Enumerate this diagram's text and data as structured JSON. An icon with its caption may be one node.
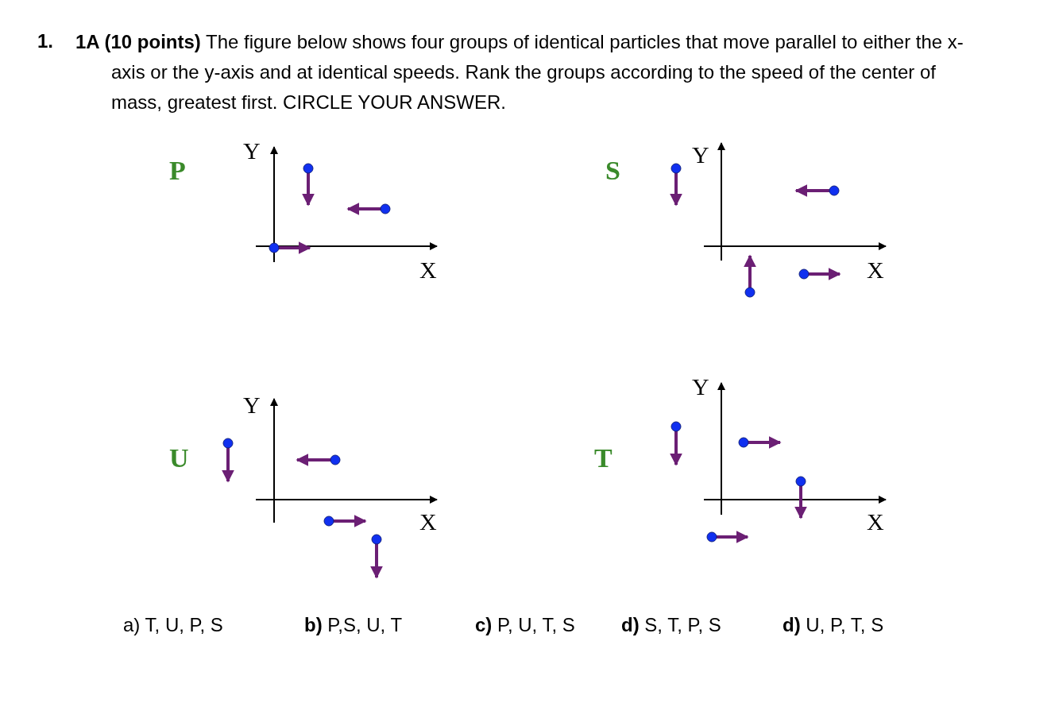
{
  "diagram": {
    "labels": [
      "1.",
      "**1A (10 points)** The figure below shows four groups of identical particles that move parallel to either the x-axis or the y-axis and at identical speeds. Rank the groups according to the speed of the center of mass, greatest first. CIRCLE YOUR ANSWER.",
      "P",
      "Y",
      "X",
      "S",
      "Y",
      "X",
      "U",
      "Y",
      "X",
      "T",
      "Y",
      "X",
      "a) T, U, P, S",
      "**b)** P,S, U, T",
      "**c)** P, U, T, S",
      "**d)** S, T, P, S",
      "**d)** U, P, T, S"
    ]
  }
}
